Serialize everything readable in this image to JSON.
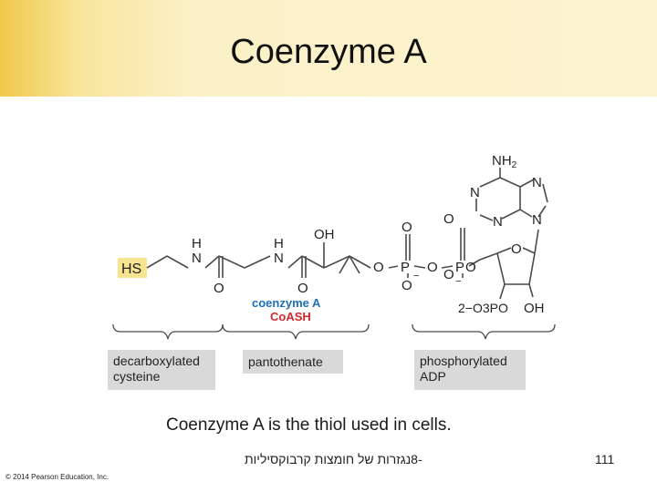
{
  "slide": {
    "title": "Coenzyme A",
    "caption": "Coenzyme A is the thiol used in cells.",
    "footer_text": "-8נגזרות של חומצות קרבוקסיליות",
    "page_number": "111",
    "copyright": "© 2014 Pearson Education, Inc."
  },
  "structure": {
    "atoms": {
      "hs": "HS",
      "nh2": "NH2",
      "n_purine_1": "N",
      "n_purine_2": "N",
      "n_purine_3": "N",
      "n_purine_4": "N",
      "amide_n1": "N",
      "amide_h1": "H",
      "amide_n2": "N",
      "amide_h2": "H",
      "oh_chain": "OH",
      "o_carbonyl_1": "O",
      "o_carbonyl_2": "O",
      "o_link_1": "O",
      "p1": "P",
      "o_p1_top": "O",
      "o_p1_bottom": "O",
      "o_link_2": "O",
      "p2": "P",
      "o_p2_top": "O",
      "o_p2_bottom": "O",
      "o_link_3": "O",
      "o_ring": "O",
      "phosphate_3": "2−O3PO",
      "oh_ring": "OH"
    },
    "names": {
      "coenzyme_a": "coenzyme A",
      "coash": "CoASH"
    },
    "segments": [
      {
        "label": "decarboxylated\ncysteine"
      },
      {
        "label": "pantothenate"
      },
      {
        "label": "phosphorylated\nADP"
      }
    ],
    "colors": {
      "hs_highlight": "#f6e48f",
      "name_blue": "#1d6fb8",
      "name_red": "#d4252b",
      "label_box": "#d9d9d9"
    }
  }
}
